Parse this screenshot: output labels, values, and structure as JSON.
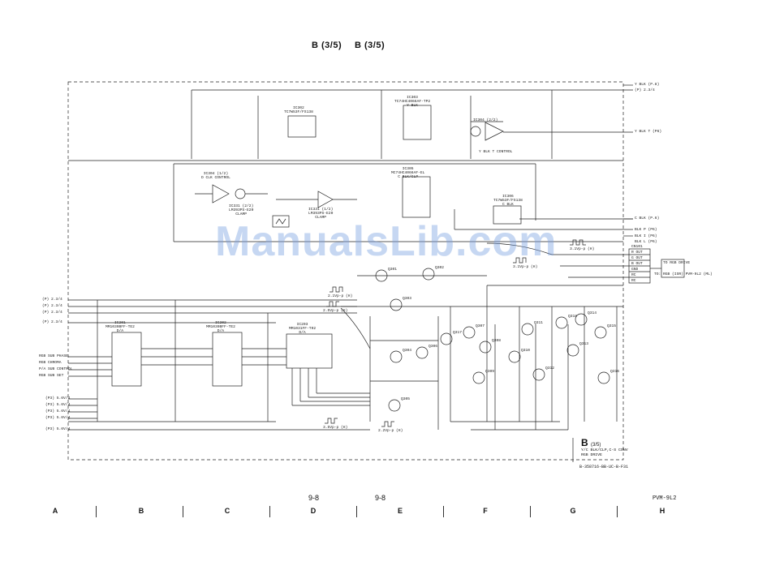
{
  "header": {
    "title_left": "B (3/5)",
    "title_right": "B (3/5)"
  },
  "page_numbers": {
    "left": "9-8",
    "right": "9-8"
  },
  "model": "PVM-9L2",
  "watermark": "ManualsLib.com",
  "columns": [
    "A",
    "B",
    "C",
    "D",
    "E",
    "F",
    "G",
    "H"
  ],
  "board": {
    "big": "B",
    "fraction": "(3/5)",
    "line1": "Y/C BLK/CLP,C-S CONV",
    "line2": "RGB DRIVE",
    "code": "B-358716-BB-UC-B-F31"
  },
  "ics": {
    "ic1": [
      "IC302",
      "TC7W53F/FS138"
    ],
    "ic2": [
      "IC303",
      "TC74HC4066AF-TP2",
      "Y BLK"
    ],
    "ic3": [
      "IC304 (2/2)",
      "Y BLK T CONTROL"
    ],
    "ic4": [
      "IC304 (1/2)",
      "D CLK CONTROL"
    ],
    "ic5": [
      "IC305",
      "MC74HC4066AF-EL",
      "C BLK/CLP"
    ],
    "ic6": [
      "IC306",
      "TC7W53F/FS138",
      "C BLK"
    ],
    "ic7": [
      "IC331 (2/2)",
      "LM393PS-E20",
      "CLAMP"
    ],
    "ic8": [
      "IC331 (1/2)",
      "LM393PS-E20",
      "CLAMP"
    ],
    "ic9": [
      "IC201",
      "MM1039BFF-TE2",
      "D/A"
    ],
    "ic10": [
      "IC202",
      "MM1039BFF-TE2",
      "D/A"
    ],
    "ic11": [
      "IC203",
      "MM1031FF-T02",
      "D/A"
    ]
  },
  "ports_right": [
    "Y BLK  (P.8)",
    "(P) 2.3/4",
    "Y BLK T  (P6)",
    "C BLK  (P.6)",
    "BLK P  (P6)",
    "BLK I  (P6)",
    "BLK L  (P6)"
  ],
  "ports_left": [
    "(P) 2.3/4",
    "(P) 2.3/4",
    "(P) 2.3/4",
    "(P) 2.3/4"
  ],
  "left_io": [
    "RGB SUB PHASE",
    "RGB CHROMA",
    "P/A SUB CONTROL",
    "RGB SUB SET",
    "(P3) 5.6V/4",
    "(P3) 5.6V/4",
    "(P3) 5.6V/4",
    "(P3) 5.6V/4",
    "(P3) 5.6V/4"
  ],
  "connector": {
    "name": "CN101",
    "title": "TO RGB DRIVE",
    "pins": [
      "R OUT",
      "G OUT",
      "B OUT",
      "GND",
      "RC",
      "RC"
    ],
    "note": "TO: RGB (ISR) PVM-9L2 (ML)"
  },
  "waveforms": [
    "3.1Vp-p (H)",
    "3.1Vp-p (H)",
    "2.1Vp-p (H)",
    "2.5Vp-p (H)",
    "3.5Vp-p (H)",
    "2.2Vp-p (H)"
  ],
  "transistors": [
    "Q301",
    "Q302",
    "Q303",
    "Q304",
    "Q305",
    "Q306",
    "Q307",
    "Q308",
    "Q309",
    "Q310",
    "Q311",
    "Q312",
    "Q313",
    "Q314",
    "Q315",
    "Q316",
    "Q317",
    "Q318"
  ]
}
